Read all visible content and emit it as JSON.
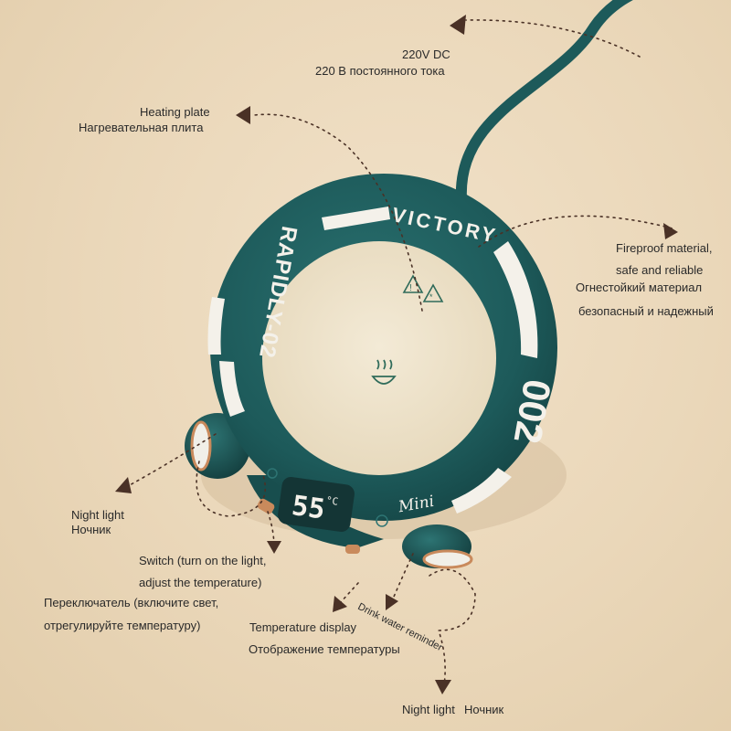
{
  "annotations": {
    "power": {
      "en": "220V DC",
      "ru": "220 В постоянного тока"
    },
    "heating_plate": {
      "en": "Heating plate",
      "ru": "Нагревательная плита"
    },
    "fireproof": {
      "en_line1": "Fireproof material,",
      "en_line2": "safe and reliable",
      "ru_line1": "Огнестойкий материал",
      "ru_line2": "безопасный и надежный"
    },
    "night_light_left": {
      "en": "Night light",
      "ru": "Ночник"
    },
    "switch": {
      "en_line1": "Switch (turn on the light,",
      "en_line2": "adjust the temperature)",
      "ru_line1": "Переключатель (включите свет,",
      "ru_line2": "отрегулируйте температуру)"
    },
    "temperature_display": {
      "en": "Temperature display",
      "ru": "Отображение температуры"
    },
    "drink_water": "Drink water reminder",
    "night_light_bottom": {
      "en": "Night light",
      "ru": "Ночник"
    }
  },
  "device": {
    "brand_top": "VICTORY",
    "brand_left": "RAPIDLY-02",
    "model_number": "002",
    "mini_label": "Mini",
    "temperature": "55",
    "unit": "°C"
  },
  "colors": {
    "body_teal": "#1d5a5a",
    "plate_cream": "#efe4cc",
    "accent_white": "#f4f1ea",
    "arrow_brown": "#4a3126",
    "background": "#ead7b9"
  }
}
